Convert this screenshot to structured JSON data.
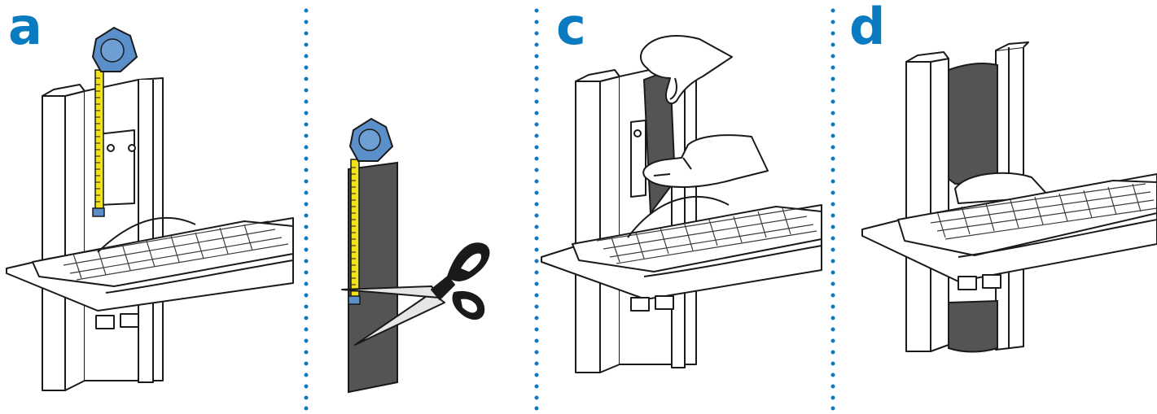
{
  "steps": [
    {
      "label": "a"
    },
    {
      "label": ""
    },
    {
      "label": "c"
    },
    {
      "label": "d"
    }
  ],
  "colors": {
    "step_label": "#0b7bc1",
    "divider_dots": "#0b7bc1",
    "tape_measure_body": "#5b8fc9",
    "tape_blade": "#f2e21c",
    "shield_sheet": "#545454",
    "line_art": "#1a1a1a"
  },
  "icons": [
    "tape-measure-icon",
    "scissors-icon",
    "hands-icon",
    "keyboard-icon",
    "pole-icon"
  ]
}
